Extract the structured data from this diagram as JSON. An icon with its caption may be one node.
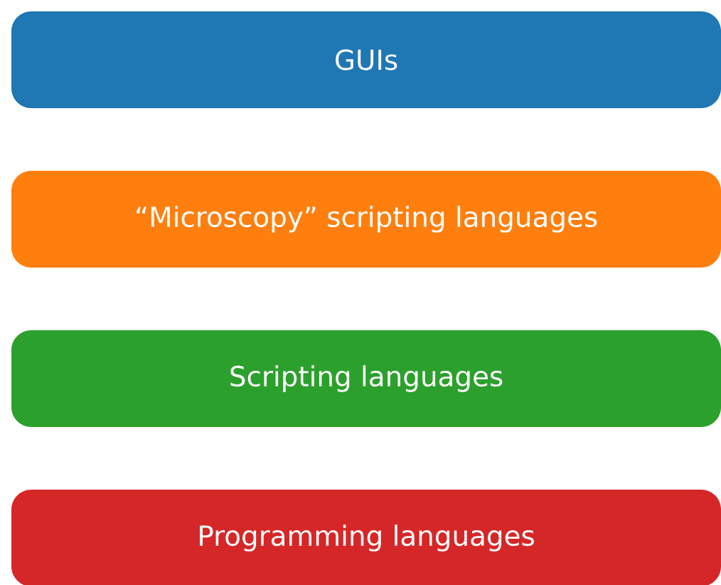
{
  "diagram": {
    "nodes": [
      {
        "text": [
          "GUIs"
        ]
      },
      {
        "text": [
          "“Microscopy” scripting languages"
        ]
      },
      {
        "text": [
          "Scripting languages"
        ]
      },
      {
        "text": [
          "Programming languages"
        ]
      }
    ]
  }
}
